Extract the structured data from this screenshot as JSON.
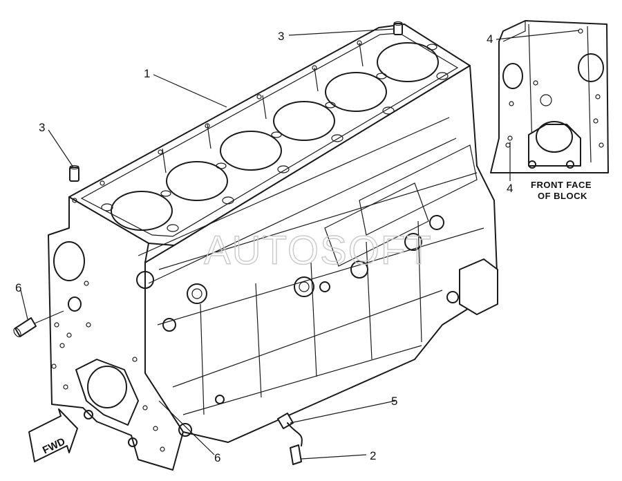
{
  "callouts": [
    {
      "label": "1"
    },
    {
      "label": "2"
    },
    {
      "label": "3"
    },
    {
      "label": "3"
    },
    {
      "label": "4"
    },
    {
      "label": "4"
    },
    {
      "label": "5"
    },
    {
      "label": "6"
    },
    {
      "label": "6"
    }
  ],
  "inset": {
    "caption_line1": "FRONT FACE",
    "caption_line2": "OF BLOCK"
  },
  "direction_arrow": {
    "label": "FWD"
  },
  "watermark": {
    "text": "AUTOSOFT"
  }
}
